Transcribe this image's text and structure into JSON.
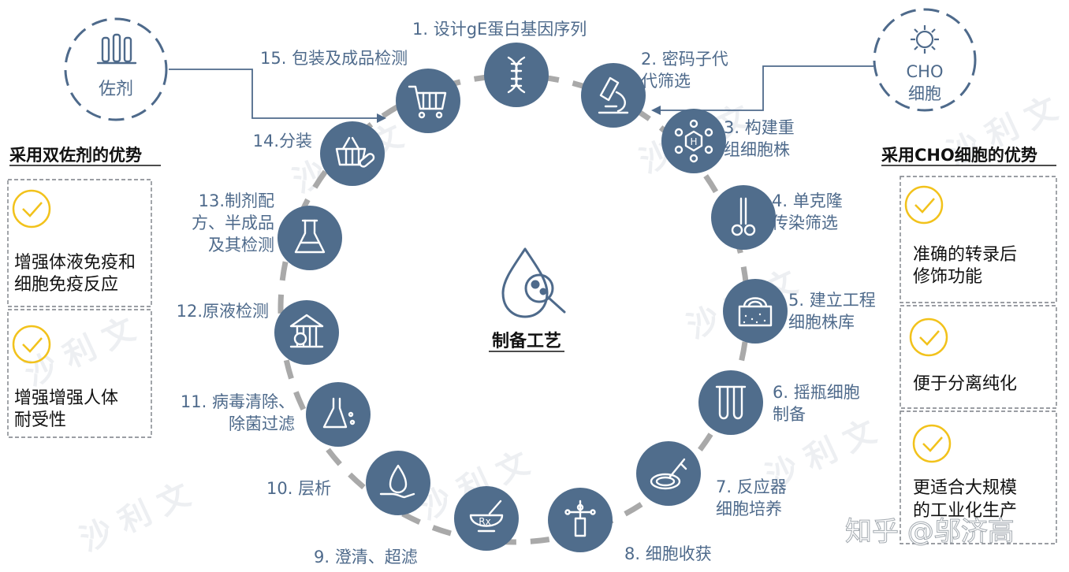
{
  "center": {
    "title": "制备工艺"
  },
  "adjuvant": {
    "label": "佐剂"
  },
  "cho": {
    "label_line1": "CHO",
    "label_line2": "细胞"
  },
  "left_panel": {
    "heading": "采用双佐剂的优势",
    "items": [
      {
        "line1": "增强体液免疫和",
        "line2": "细胞免疫反应"
      },
      {
        "line1": "增强增强人体",
        "line2": "耐受性"
      }
    ]
  },
  "right_panel": {
    "heading": "采用CHO细胞的优势",
    "items": [
      {
        "line1": "准确的转录后",
        "line2": "修饰功能"
      },
      {
        "line1": "便于分离纯化",
        "line2": ""
      },
      {
        "line1": "更适合大规模",
        "line2": "的工业化生产"
      }
    ]
  },
  "steps": [
    {
      "lines": [
        "1. 设计gE蛋白基因序列"
      ],
      "icon": "dna-icon"
    },
    {
      "lines": [
        "2. 密码子代",
        "代筛选"
      ],
      "icon": "microscope-icon"
    },
    {
      "lines": [
        "3. 构建重",
        "组细胞株"
      ],
      "icon": "molecule-icon"
    },
    {
      "lines": [
        "4. 单克隆",
        "传染筛选"
      ],
      "icon": "forceps-icon"
    },
    {
      "lines": [
        "5. 建立工程",
        "细胞株库"
      ],
      "icon": "cell-bank-icon"
    },
    {
      "lines": [
        "6. 摇瓶细胞",
        "制备"
      ],
      "icon": "test-tubes-icon"
    },
    {
      "lines": [
        "7. 反应器",
        "细胞培养"
      ],
      "icon": "petri-dish-icon"
    },
    {
      "lines": [
        "8. 细胞收获"
      ],
      "icon": "harvest-icon"
    },
    {
      "lines": [
        "9. 澄清、超滤"
      ],
      "icon": "mortar-icon"
    },
    {
      "lines": [
        "10. 层析"
      ],
      "icon": "drop-hand-icon"
    },
    {
      "lines": [
        "11. 病毒清除、",
        "除菌过滤"
      ],
      "icon": "flask-pour-icon"
    },
    {
      "lines": [
        "12.原液检测"
      ],
      "icon": "bank-icon"
    },
    {
      "lines": [
        "13.制剂配",
        "方、半成品",
        "及其检测"
      ],
      "icon": "flask-icon"
    },
    {
      "lines": [
        "14.分装"
      ],
      "icon": "basket-pill-icon"
    },
    {
      "lines": [
        "15. 包装及成品检测"
      ],
      "icon": "cart-icon"
    }
  ],
  "watermark": {
    "brand": "沙 利 文",
    "source": "知乎 @邬济高"
  },
  "colors": {
    "node": "#506d8c",
    "label": "#4e6a8b",
    "ring": "#a9a9a9",
    "check": "#f2c21b",
    "dash": "#7a7f86"
  }
}
